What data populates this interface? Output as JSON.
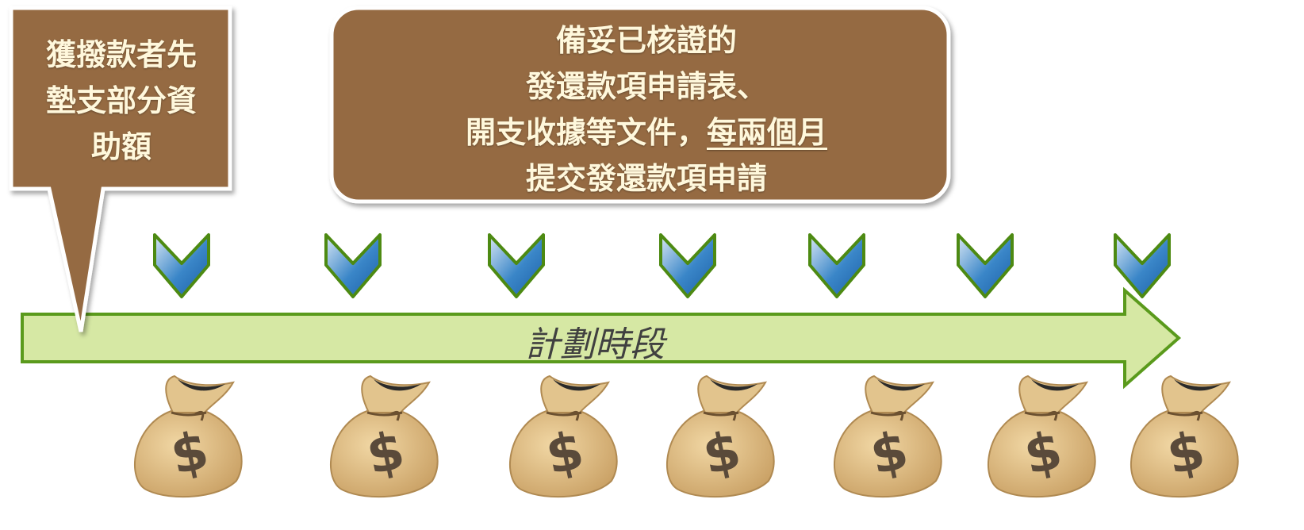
{
  "callout_left": {
    "lines": [
      "獲撥款者先",
      "墊支部分資",
      "助額"
    ]
  },
  "callout_top": {
    "line1": "備妥已核證的",
    "line2": "發還款項申請表、",
    "line3_prefix": "開支收據等文件，",
    "line3_emphasis": "每兩個月",
    "line4": "提交發還款項申請"
  },
  "timeline": {
    "label": "計劃時段"
  },
  "markers": {
    "count": 7,
    "icon": "chevron-down-icon"
  },
  "money_bags": {
    "count": 7,
    "icon": "money-bag-icon",
    "symbol": "$"
  },
  "colors": {
    "callout_fill": "#956a43",
    "callout_border": "#ffffff",
    "callout_text": "#fff8dc",
    "timeline_fill": "#d6e8a4",
    "timeline_border": "#5a9a1c",
    "chevron_fill": "#2f7cc0",
    "chevron_border": "#4d8a12",
    "bag_fill": "#dcb87a"
  }
}
